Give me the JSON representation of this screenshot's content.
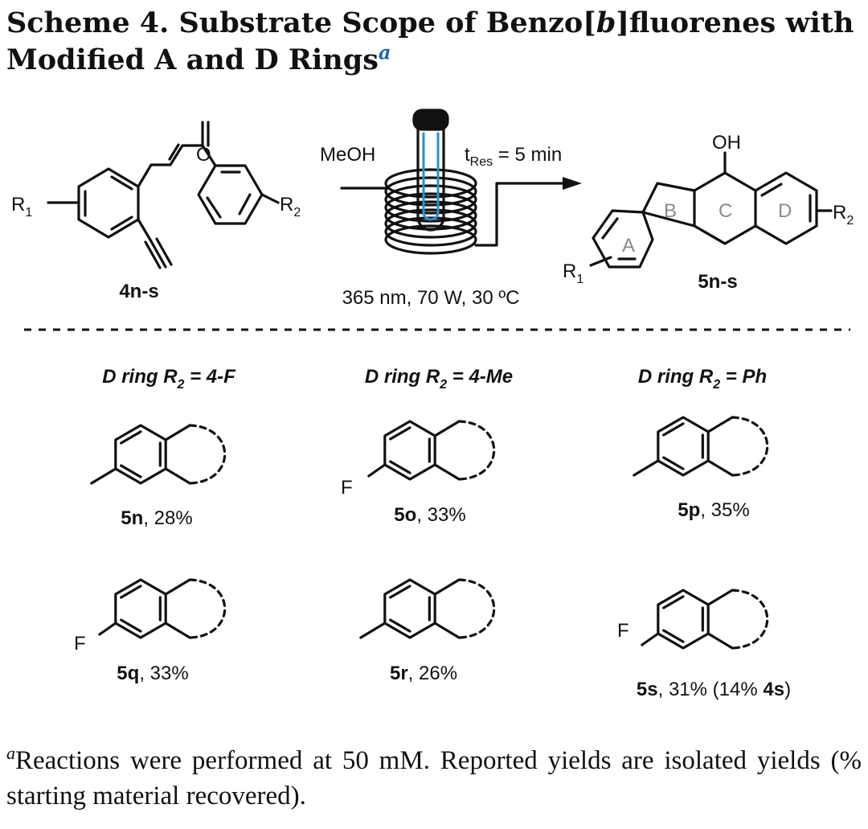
{
  "title": {
    "prefix": "Scheme 4. Substrate Scope of Benzo[",
    "italic": "b",
    "suffix": "]fluorenes with",
    "line2": "Modified A and D Rings",
    "sup": "a"
  },
  "reaction": {
    "reactant_label": "4n-s",
    "product_label": "5n-s",
    "solvent": "MeOH",
    "residence_main": "t",
    "residence_sub": "Res",
    "residence_value": " = 5 min",
    "conditions": "365 nm, 70 W, 30 ºC",
    "reactant": {
      "o": "O",
      "r1": "R",
      "r1_sub": "1",
      "r2": "R",
      "r2_sub": "2"
    },
    "product": {
      "oh": "OH",
      "r1": "R",
      "r1_sub": "1",
      "r2": "R",
      "r2_sub": "2",
      "ring_a": "A",
      "ring_b": "B",
      "ring_c": "C",
      "ring_d": "D"
    }
  },
  "columns": [
    {
      "head": "D ring R",
      "sub": "2",
      "tail": " = 4-F"
    },
    {
      "head": "D ring R",
      "sub": "2",
      "tail": " = 4-Me"
    },
    {
      "head": "D ring R",
      "sub": "2",
      "tail": " = Ph"
    }
  ],
  "compounds": [
    {
      "id": "5n",
      "rest": ", 28%",
      "substituent": "Me",
      "f": ""
    },
    {
      "id": "5o",
      "rest": ", 33%",
      "substituent": "F",
      "f": "F"
    },
    {
      "id": "5p",
      "rest": ", 35%",
      "substituent": "Me",
      "f": ""
    },
    {
      "id": "5q",
      "rest": ", 33%",
      "substituent": "F",
      "f": "F"
    },
    {
      "id": "5r",
      "rest": ", 26%",
      "substituent": "Me",
      "f": ""
    },
    {
      "id": "5s",
      "rest": ", 31% (14% ",
      "bold2": "4s",
      "rest2": ")",
      "substituent": "F",
      "f": "F"
    }
  ],
  "footnote": {
    "sup": "a",
    "text": "Reactions were performed at 50 mM. Reported yields are isolated yields (% starting material recovered)."
  }
}
